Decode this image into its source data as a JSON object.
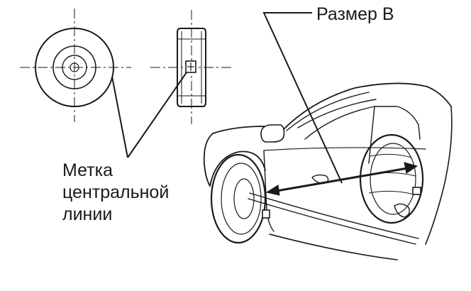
{
  "labels": {
    "size_b": "Размер B",
    "centerline_mark": [
      "Метка",
      "центральной",
      "линии"
    ]
  },
  "colors": {
    "ink": "#1a1a1a",
    "background": "#ffffff"
  }
}
